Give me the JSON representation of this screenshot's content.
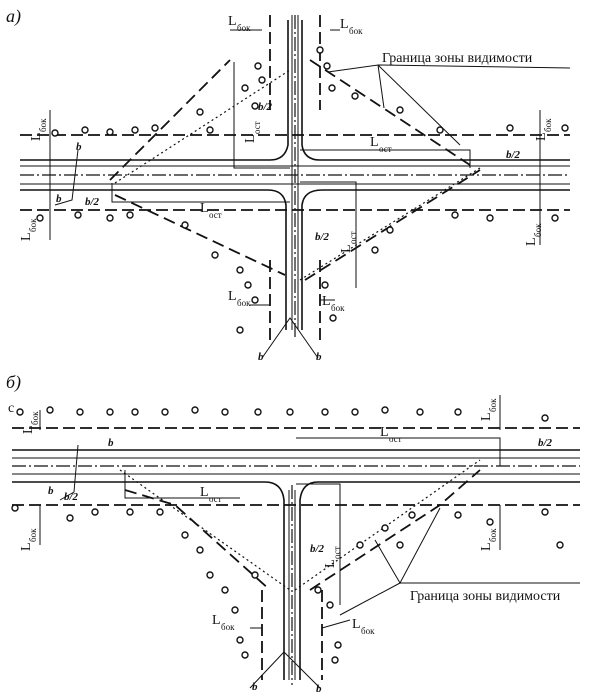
{
  "panel_a": {
    "label": "а)",
    "visibility_zone": "Граница зоны видимости",
    "l_side": "L",
    "l_side_sub": "бок",
    "l_stop": "L",
    "l_stop_sub": "ост",
    "b": "b",
    "b_half": "b/2"
  },
  "panel_b": {
    "label": "б)",
    "visibility_zone": "Граница зоны видимости",
    "l_side": "L",
    "l_side_sub": "бок",
    "l_stop": "L",
    "l_stop_sub": "ост",
    "b": "b",
    "b_half": "b/2",
    "corner_mark": "с"
  }
}
